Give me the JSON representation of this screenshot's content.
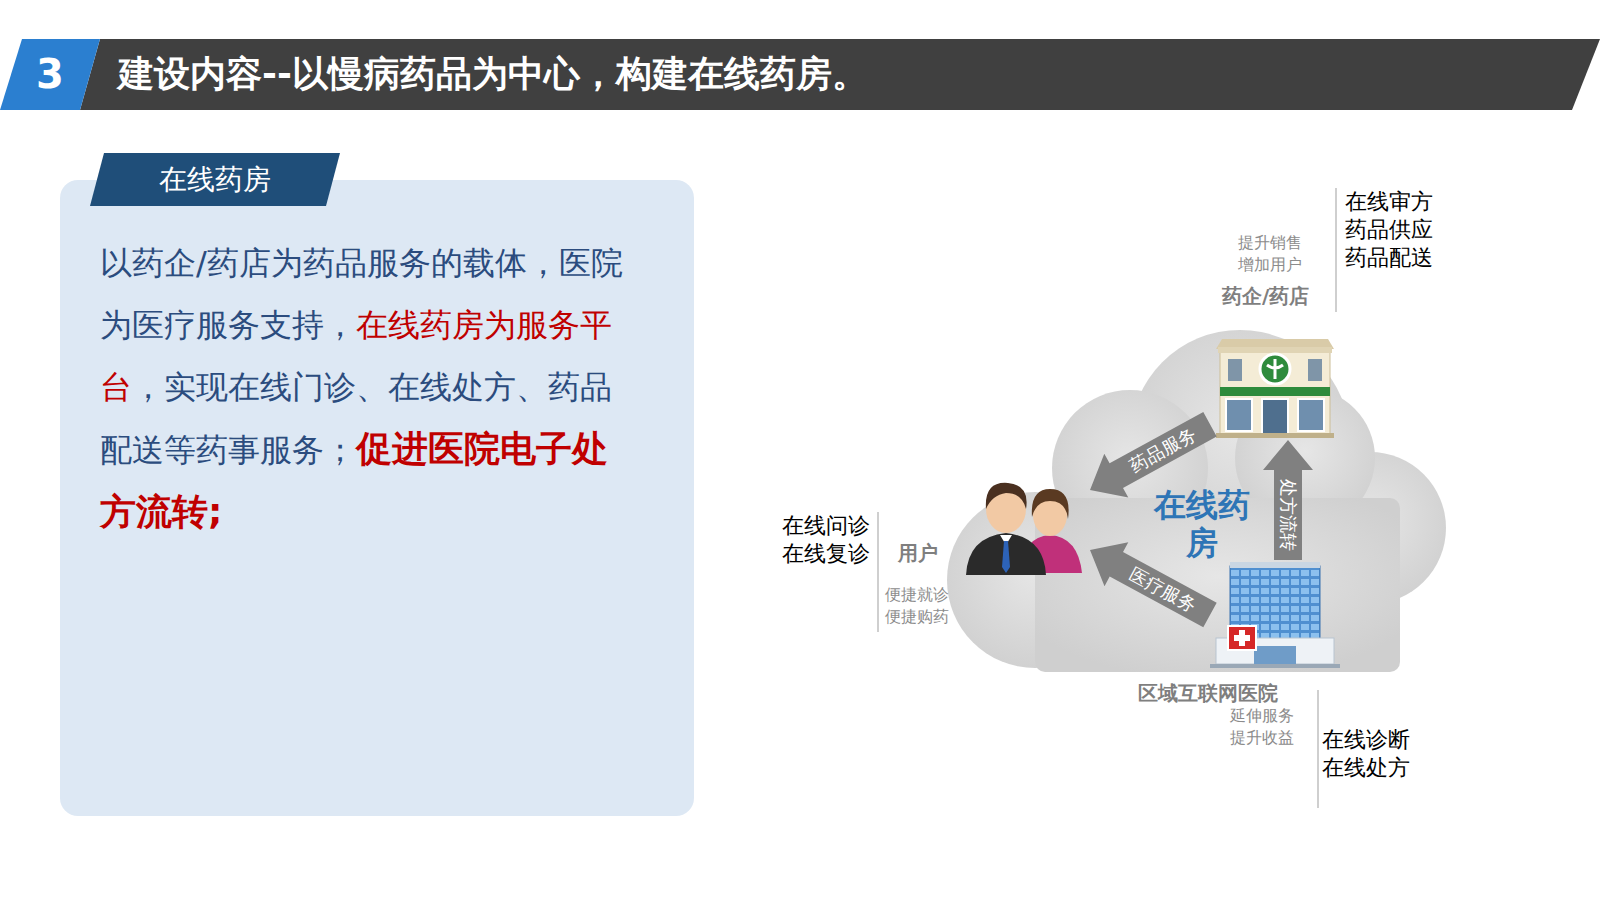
{
  "diagram": {
    "title": "建设内容--以慢病药品为中心，构建在线药房。",
    "nodes": [
      {
        "text": [
          "在线药房",
          "以药企/药店为药品服务的载体，医院为医疗服务支持，",
          "在线药房为服务平台",
          "，实现在线门诊、在线处方、药品配送等药事服务；",
          "促进医院电子处方流转;"
        ]
      },
      {
        "text": [
          "在线药房"
        ]
      },
      {
        "text": [
          "药企/药店",
          "提升销售 增加用户",
          "在线审方 药品供应 药品配送"
        ],
        "in": 1
      },
      {
        "text": [
          "用户",
          "便捷就诊 便捷购药",
          "在线问诊 在线复诊"
        ],
        "in": 1
      },
      {
        "text": [
          "区域互联网医院",
          "延伸服务 提升收益",
          "在线诊断 在线处方"
        ],
        "in": 1
      }
    ],
    "edges": [
      {
        "from": 2,
        "to": 3,
        "label": "药品服务",
        "arrow": "to"
      },
      {
        "from": 4,
        "to": 3,
        "label": "医疗服务",
        "arrow": "to"
      },
      {
        "from": 4,
        "to": 2,
        "label": "处方流转",
        "arrow": "to"
      }
    ],
    "labels": [
      "3"
    ]
  }
}
